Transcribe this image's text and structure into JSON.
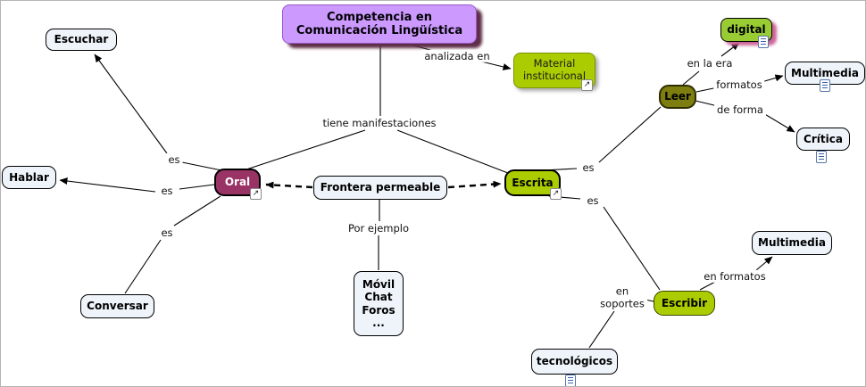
{
  "nodes": {
    "competencia": "Competencia en\nComunicación Lingüística",
    "material_institucional": "Material\ninstitucional",
    "oral": "Oral",
    "escrita": "Escrita",
    "frontera_permeable": "Frontera permeable",
    "escuchar": "Escuchar",
    "hablar": "Hablar",
    "conversar": "Conversar",
    "movil_chat_foros": "Móvil\nChat\nForos\n...",
    "leer": "Leer",
    "digital": "digital",
    "multimedia_leer": "Multimedia",
    "critica": "Crítica",
    "escribir": "Escribir",
    "multimedia_escribir": "Multimedia",
    "tecnologicos": "tecnológicos"
  },
  "links": {
    "analizada_en": "analizada en",
    "tiene_manifestaciones": "tiene manifestaciones",
    "es_escuchar": "es",
    "es_hablar": "es",
    "es_conversar": "es",
    "por_ejemplo": "Por ejemplo",
    "es_leer": "es",
    "es_escribir": "es",
    "en_la_era": "en la era",
    "formatos": "formatos",
    "de_forma": "de forma",
    "en_formatos": "en formatos",
    "en_soportes": "en\nsoportes"
  },
  "icons": {
    "external_link": "↗"
  },
  "colors": {
    "purple_node": "#cc99ff",
    "purple_shadow": "#5e2f47",
    "green_node": "#aacc00",
    "digital_node": "#99cc33",
    "digital_shadow": "#cc6699",
    "olive_node": "#7d7d10",
    "maroon_node": "#993366",
    "light_node": "#eef4fa"
  }
}
